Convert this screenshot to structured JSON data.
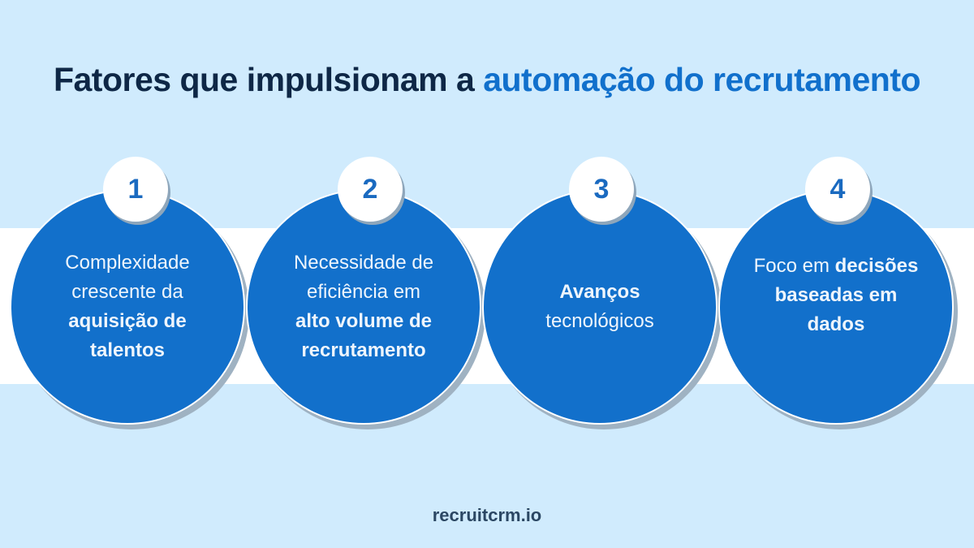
{
  "title": {
    "prefix": "Fatores que impulsionam a ",
    "highlight": "automação do recrutamento"
  },
  "colors": {
    "background": "#d0ebfd",
    "band": "#ffffff",
    "circle": "#1270cb",
    "title_dark": "#0e2746",
    "title_accent": "#1170cc",
    "badge_text": "#1a6ac0"
  },
  "steps": [
    {
      "number": "1",
      "lines": [
        {
          "text": "Complexidade",
          "bold": false
        },
        {
          "text": "crescente da",
          "bold": false
        },
        {
          "text": "aquisição de",
          "bold": true
        },
        {
          "text": "talentos",
          "bold": true
        }
      ]
    },
    {
      "number": "2",
      "lines": [
        {
          "text": "Necessidade de",
          "bold": false
        },
        {
          "text": "eficiência em",
          "bold": false
        },
        {
          "text": "alto volume de",
          "bold": true
        },
        {
          "text": "recrutamento",
          "bold": true
        }
      ]
    },
    {
      "number": "3",
      "lines": [
        {
          "text": "Avanços",
          "bold": true
        },
        {
          "text": "tecnológicos",
          "bold": false
        }
      ]
    },
    {
      "number": "4",
      "lines": [
        {
          "text": "Foco em ",
          "bold": false,
          "inline_bold": "decisões"
        },
        {
          "text": "baseadas em",
          "bold": true
        },
        {
          "text": "dados",
          "bold": true
        }
      ]
    }
  ],
  "footer": {
    "brand": "recruitcrm.io"
  }
}
